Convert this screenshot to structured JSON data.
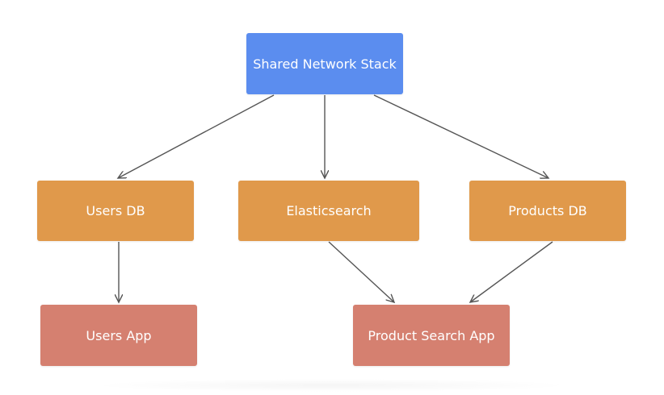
{
  "colors": {
    "network": "#5b8def",
    "store": "#e0994b",
    "app": "#d58070",
    "arrow": "#555555"
  },
  "nodes": {
    "shared_network_stack": "Shared Network Stack",
    "users_db": "Users DB",
    "elasticsearch": "Elasticsearch",
    "products_db": "Products DB",
    "users_app": "Users App",
    "product_search_app": "Product Search App"
  },
  "edges": [
    [
      "shared_network_stack",
      "users_db"
    ],
    [
      "shared_network_stack",
      "elasticsearch"
    ],
    [
      "shared_network_stack",
      "products_db"
    ],
    [
      "users_db",
      "users_app"
    ],
    [
      "elasticsearch",
      "product_search_app"
    ],
    [
      "products_db",
      "product_search_app"
    ]
  ]
}
